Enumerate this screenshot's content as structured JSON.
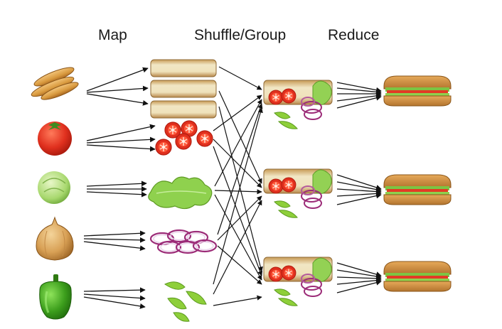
{
  "stages": {
    "map": "Map",
    "shuffle": "Shuffle/Group",
    "reduce": "Reduce"
  },
  "inputs": [
    "bread-loaf-icon",
    "tomato-icon",
    "lettuce-icon",
    "onion-icon",
    "pepper-icon"
  ],
  "mapped": [
    "bread-slices-icon",
    "tomato-slices-icon",
    "lettuce-leaves-icon",
    "onion-rings-icon",
    "pepper-strips-icon"
  ],
  "groups": [
    "ingredient-group-icon",
    "ingredient-group-icon",
    "ingredient-group-icon"
  ],
  "outputs": [
    "sandwich-icon",
    "sandwich-icon",
    "sandwich-icon"
  ],
  "colors": {
    "arrow": "#111111",
    "bread": "#d99a3f",
    "tomato": "#e0301e",
    "lettuce": "#8cd34a",
    "onion": "#9c2c78",
    "pepper": "#6fbf2a"
  }
}
